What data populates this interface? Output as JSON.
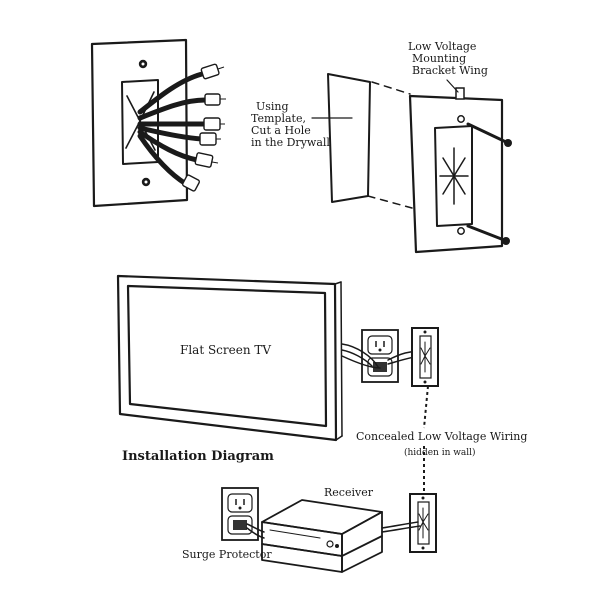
{
  "labels": {
    "bracket_wing": [
      "Low Voltage",
      "Mounting",
      "Bracket Wing"
    ],
    "template": [
      "Using",
      "Template,",
      "Cut a Hole",
      "in the Drywall"
    ],
    "tv": "Flat Screen TV",
    "concealed": "Concealed Low Voltage Wiring",
    "hidden": "(hidden in wall)",
    "installation": "Installation Diagram",
    "receiver": "Receiver",
    "surge": "Surge Protector"
  }
}
